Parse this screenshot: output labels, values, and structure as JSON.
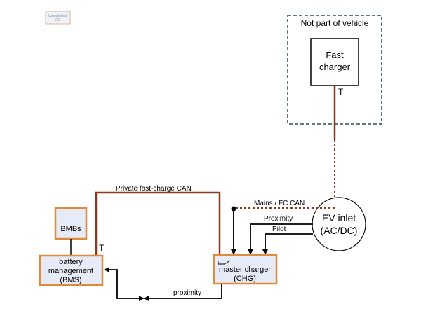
{
  "legend_box": {
    "line1": "Unswitched",
    "line2": "12V"
  },
  "external_group": {
    "title": "Not part of vehicle"
  },
  "fast_charger": {
    "line1": "Fast",
    "line2": "charger",
    "terminator": "T"
  },
  "ev_inlet": {
    "line1": "EV inlet",
    "line2": "(AC/DC)"
  },
  "master_charger": {
    "line1": "master charger",
    "line2": "(CHG)"
  },
  "bms": {
    "line1": "battery",
    "line2": "management",
    "line3": "(BMS)",
    "terminator": "T"
  },
  "bmbs": {
    "label": "BMBs"
  },
  "links": {
    "private_can": "Private fast-charge CAN",
    "mains_fc_can": "Mains / FC CAN",
    "proximity_inlet": "Proximity",
    "pilot": "Pilot",
    "proximity_bms": "proximity"
  },
  "colors": {
    "box_stroke": "#e08a3c",
    "box_fill": "#e6ebf7",
    "can_line": "#8b3a1e",
    "group_border": "#2e4a5c"
  }
}
